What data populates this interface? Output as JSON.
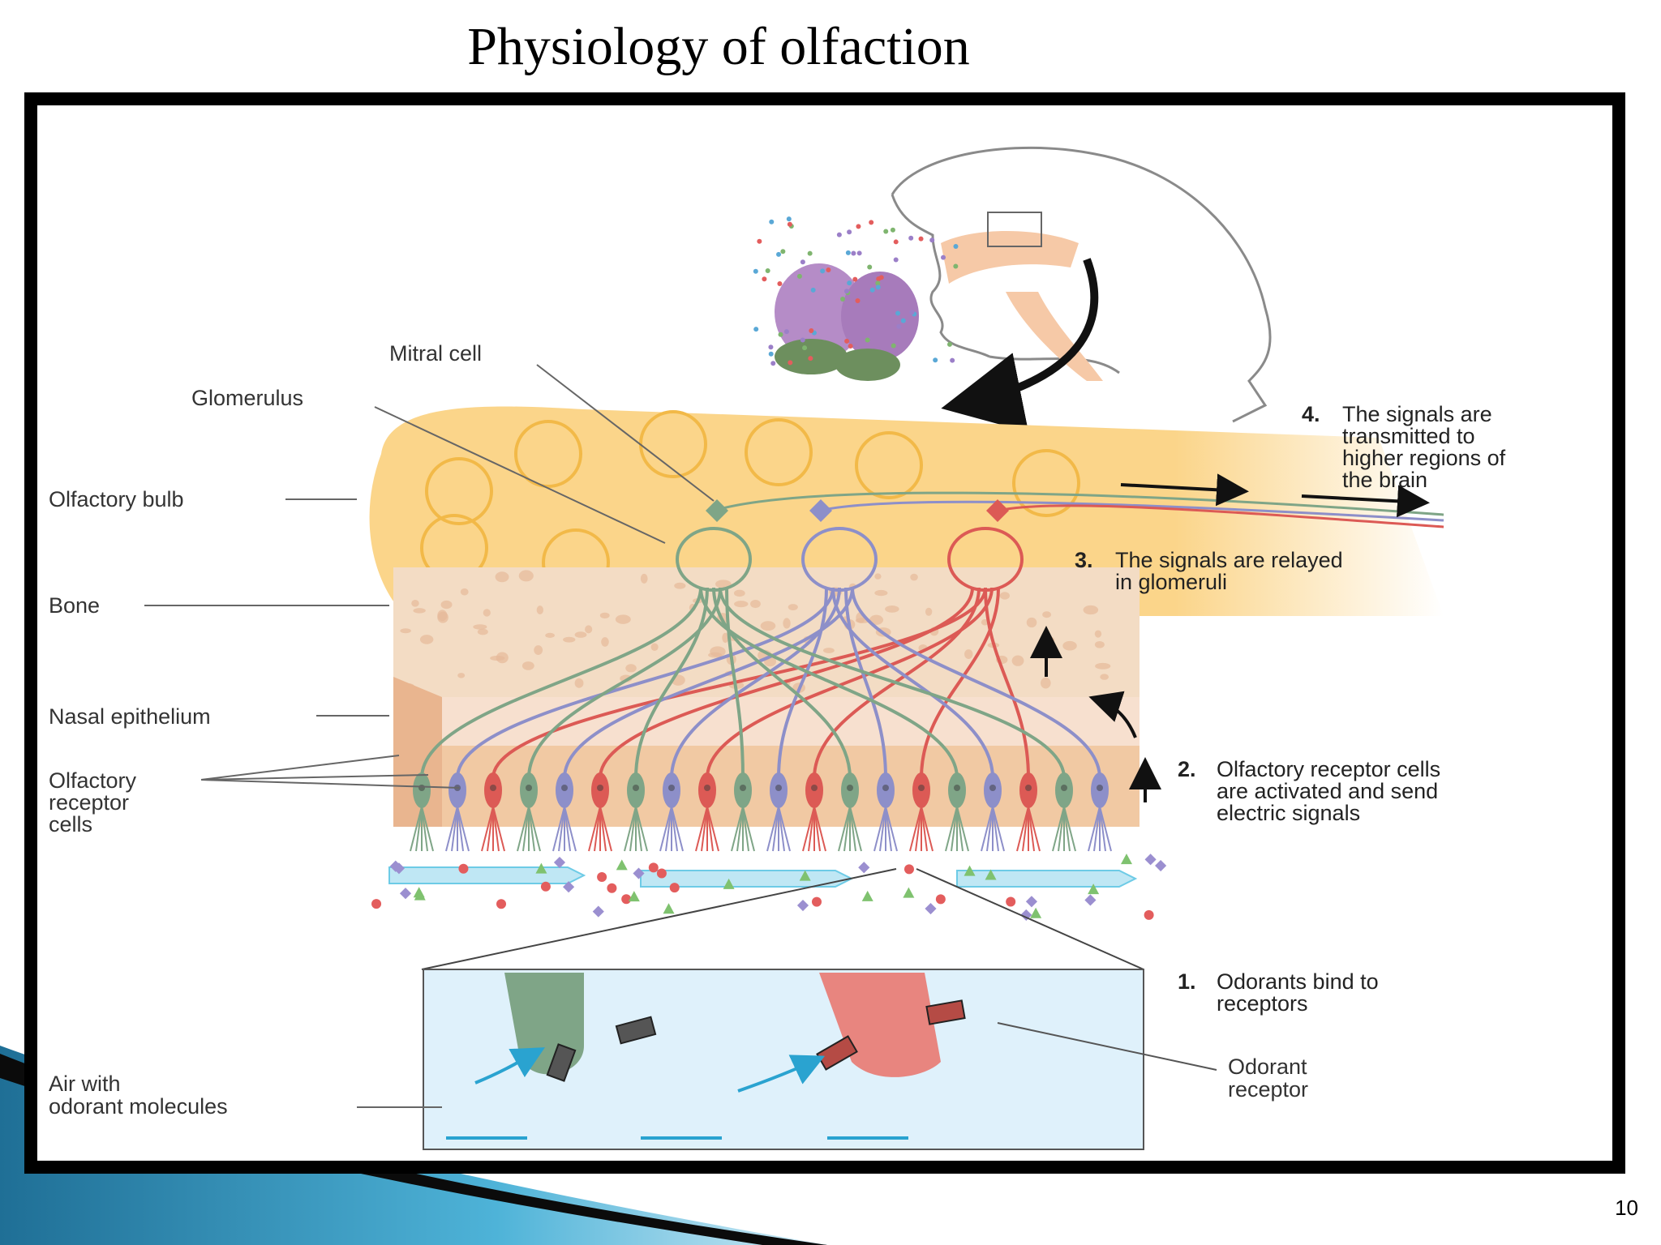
{
  "slide": {
    "title": "Physiology of olfaction",
    "page_number": "10"
  },
  "labels": {
    "mitral_cell": "Mitral cell",
    "glomerulus": "Glomerulus",
    "olfactory_bulb": "Olfactory bulb",
    "bone": "Bone",
    "nasal_epithelium": "Nasal epithelium",
    "olfactory_receptor_cells": [
      "Olfactory",
      "receptor",
      "cells"
    ],
    "air": [
      "Air with",
      "odorant molecules"
    ],
    "odorant_receptor": [
      "Odorant",
      "receptor"
    ]
  },
  "steps": {
    "step1": {
      "num": "1.",
      "lines": [
        "Odorants bind to",
        "receptors"
      ]
    },
    "step2": {
      "num": "2.",
      "lines": [
        "Olfactory receptor cells",
        "are activated and send",
        "electric signals"
      ]
    },
    "step3": {
      "num": "3.",
      "lines": [
        "The signals are relayed",
        "in glomeruli"
      ]
    },
    "step4": {
      "num": "4.",
      "lines": [
        "The signals are",
        "transmitted to",
        "higher regions of",
        "the brain"
      ]
    }
  },
  "colors": {
    "bulb": "#fbd58a",
    "bone": "#f3dcc4",
    "epithelium": "#f1c9a3",
    "green_cell": "#7fa587",
    "blue_cell": "#8d8fc9",
    "red_cell": "#dc5a55",
    "air": "#dff1fb",
    "airflow": "#7fd3ea",
    "accent_blue": "#1f6f96"
  }
}
